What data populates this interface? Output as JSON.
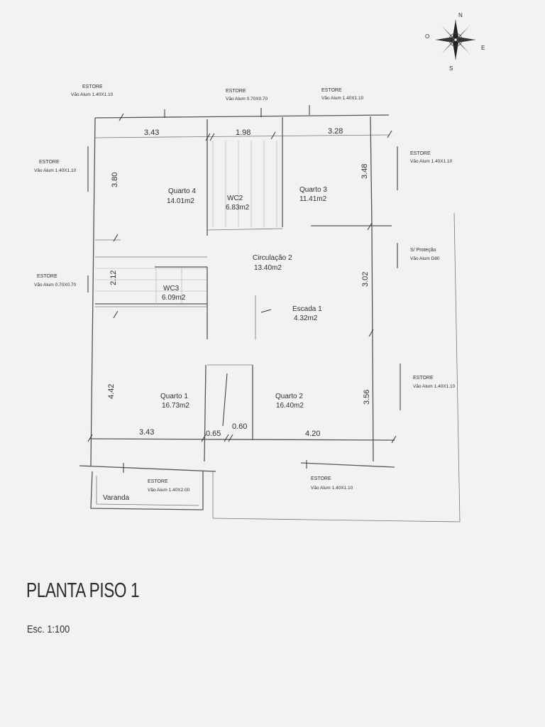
{
  "title": "PLANTA PISO 1",
  "scale": "Esc. 1:100",
  "compass": {
    "n": "N",
    "s": "S",
    "e": "E",
    "o": "O"
  },
  "rooms": [
    {
      "name": "Quarto 4",
      "area": "14.01m2"
    },
    {
      "name": "WC2",
      "area": "6.83m2"
    },
    {
      "name": "Quarto 3",
      "area": "11.41m2"
    },
    {
      "name": "Circulação 2",
      "area": "13.40m2"
    },
    {
      "name": "WC3",
      "area": "6.09m2"
    },
    {
      "name": "Escada 1",
      "area": "4.32m2"
    },
    {
      "name": "Quarto 1",
      "area": "16.73m2"
    },
    {
      "name": "Quarto 2",
      "area": "16.40m2"
    },
    {
      "name": "Varanda"
    }
  ],
  "dimensions": [
    "3.43",
    "1.98",
    "3.28",
    "3.80",
    "3.48",
    "2.12",
    "3.02",
    "4.42",
    "3.56",
    "3.43",
    "0.65",
    "0.60",
    "4.20"
  ],
  "windows": [
    {
      "label": "ESTORE",
      "spec": "Vão Alum 1.40X1.10"
    },
    {
      "label": "ESTORE",
      "spec": "Vão Alum 0.70X0.70"
    },
    {
      "label": "ESTORE",
      "spec": "Vão Alum 1.40X1.10"
    },
    {
      "label": "ESTORE",
      "spec": "Vão Alum 1.40X1.10"
    },
    {
      "label": "ESTORE",
      "spec": "Vão Alum 1.40X1.10"
    },
    {
      "label": "S/ Proteção",
      "spec": "Vão Alum D80"
    },
    {
      "label": "ESTORE",
      "spec": "Vão Alum 0.70X0.70"
    },
    {
      "label": "ESTORE",
      "spec": "Vão Alum 1.40X1.10"
    },
    {
      "label": "ESTORE",
      "spec": "Vão Alum 1.40X2.00"
    },
    {
      "label": "ESTORE",
      "spec": "Vão Alum 1.40X1.10"
    }
  ]
}
